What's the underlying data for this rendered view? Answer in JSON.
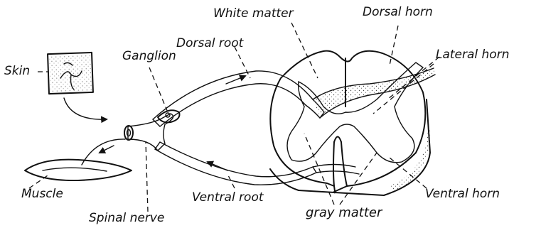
{
  "labels": {
    "white_matter": "White matter",
    "dorsal_horn": "Dorsal horn",
    "dorsal_root": "Dorsal root",
    "lateral_horn": "Lateral horn",
    "skin": "Skin",
    "ganglion": "Ganglion",
    "muscle": "Muscle",
    "ventral_root": "Ventral root",
    "spinal_nerve": "Spinal nerve",
    "gray_matter": "gray matter",
    "ventral_horn": "Ventral horn"
  }
}
